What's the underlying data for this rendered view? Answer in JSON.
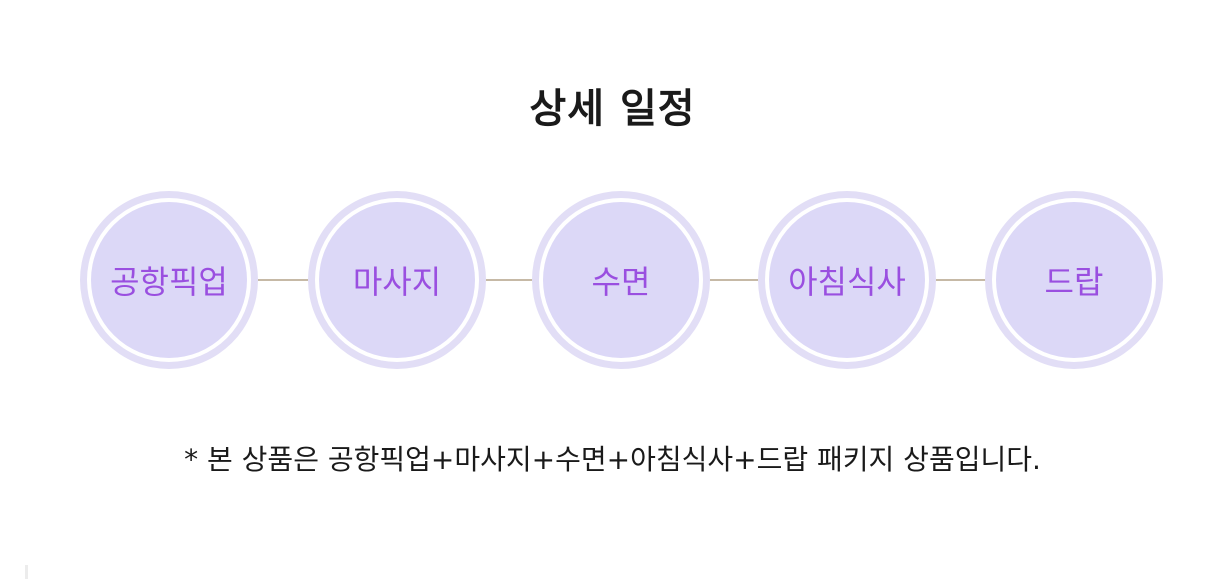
{
  "schedule": {
    "title": "상세 일정",
    "steps": [
      {
        "label": "공항픽업"
      },
      {
        "label": "마사지"
      },
      {
        "label": "수면"
      },
      {
        "label": "아침식사"
      },
      {
        "label": "드랍"
      }
    ],
    "note": "* 본 상품은 공항픽업+마사지+수면+아침식사+드랍 패키지 상품입니다."
  },
  "colors": {
    "circle_fill": "#dcd8f7",
    "circle_ring": "#e2def6",
    "label_text": "#9a4fe0",
    "connector": "#c6b9a6"
  }
}
